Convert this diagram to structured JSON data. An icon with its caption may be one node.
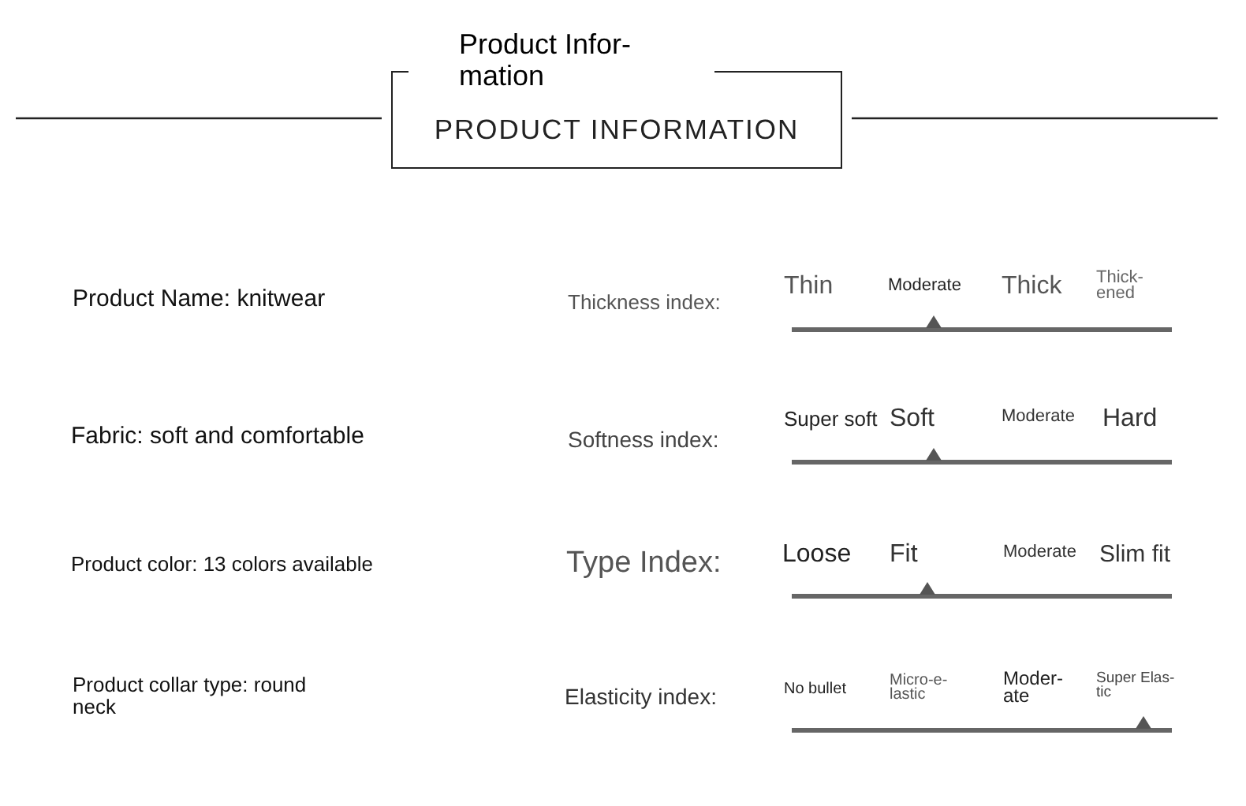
{
  "diagram": {
    "nodes": [
      {
        "text": [
          "Product Infor- mation",
          "PRODUCT INFORMATION"
        ]
      }
    ],
    "labels": [
      "Product Name: knitwear",
      "Thickness index:",
      "Thin",
      "Moderate",
      "Thick",
      "Thick- ened",
      "Fabric: soft and comfortable",
      "Softness index:",
      "Super soft",
      "Soft",
      "Moderate",
      "Hard",
      "Product color: 13 colors available",
      "Type Index:",
      "Loose",
      "Fit",
      "Moderate",
      "Slim fit",
      "Product collar type: round neck",
      "Elasticity index:",
      "No bullet",
      "Micro-e- lastic",
      "Moder- ate",
      "Super Elas- tic"
    ]
  }
}
